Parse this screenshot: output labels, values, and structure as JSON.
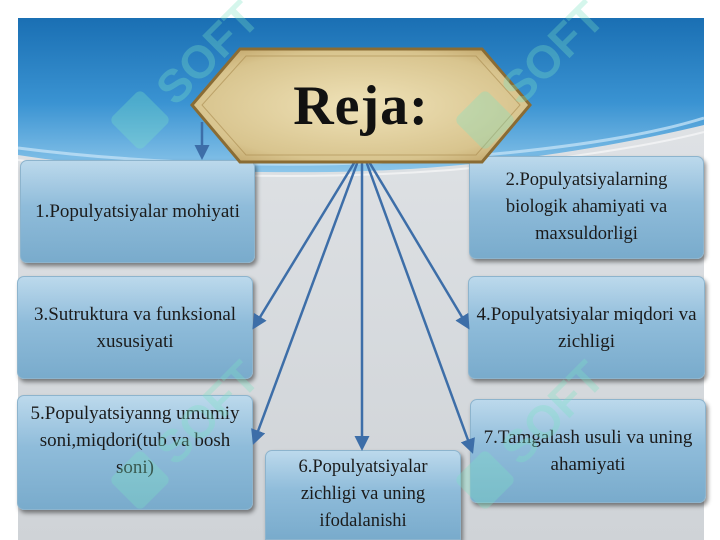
{
  "slide": {
    "title": "Reja:",
    "items": [
      "1.Populyatsiyalar mohiyati",
      "2.Populyatsiyalarning biologik ahamiyati va maxsuldorligi",
      "3.Sutruktura va funksional xususiyati",
      "4.Populyatsiyalar miqdori va zichligi",
      "5.Populyatsiyanng umumiy soni,miqdori(tub va bosh soni)",
      "6.Populyatsiyalar zichligi va uning ifodalanishi",
      "7.Tamgalash usuli va uning ahamiyati"
    ],
    "watermark": "SOFT",
    "colors": {
      "sky_blue": "#1f7ec4",
      "box_fill": "#8fbcda",
      "badge_fill": "#e0cf9e",
      "arrow": "#3d6ea8",
      "watermark": "#7be3c4"
    }
  }
}
